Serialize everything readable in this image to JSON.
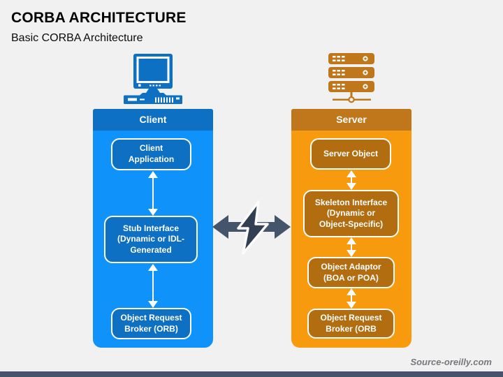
{
  "slide": {
    "title": "CORBA ARCHITECTURE",
    "subtitle": "Basic CORBA Architecture",
    "watermark": "Source-oreilly.com"
  },
  "client": {
    "header": "Client",
    "icon": "desktop-computer-icon",
    "boxes": [
      {
        "label": "Client\nApplication"
      },
      {
        "label": "Stub Interface\n(Dynamic or IDL-\nGenerated"
      },
      {
        "label": "Object Request\nBroker (ORB)"
      }
    ]
  },
  "server": {
    "header": "Server",
    "icon": "server-rack-icon",
    "boxes": [
      {
        "label": "Server Object"
      },
      {
        "label": "Skeleton Interface\n(Dynamic or\nObject-Specific)"
      },
      {
        "label": "Object Adaptor\n(BOA or POA)"
      },
      {
        "label": "Object Request\nBroker (ORB"
      }
    ]
  },
  "connector": {
    "icon": "lightning-bolt-double-arrow"
  },
  "colors": {
    "client_header": "#0d70c2",
    "client_body": "#0f93fb",
    "client_box": "#0d70c2",
    "server_header": "#c0761a",
    "server_body": "#f89a0d",
    "server_box": "#b26d10",
    "connector_arrow": "#44546a",
    "connector_bolt": "#323e52",
    "footer_bar": "#47536b"
  }
}
